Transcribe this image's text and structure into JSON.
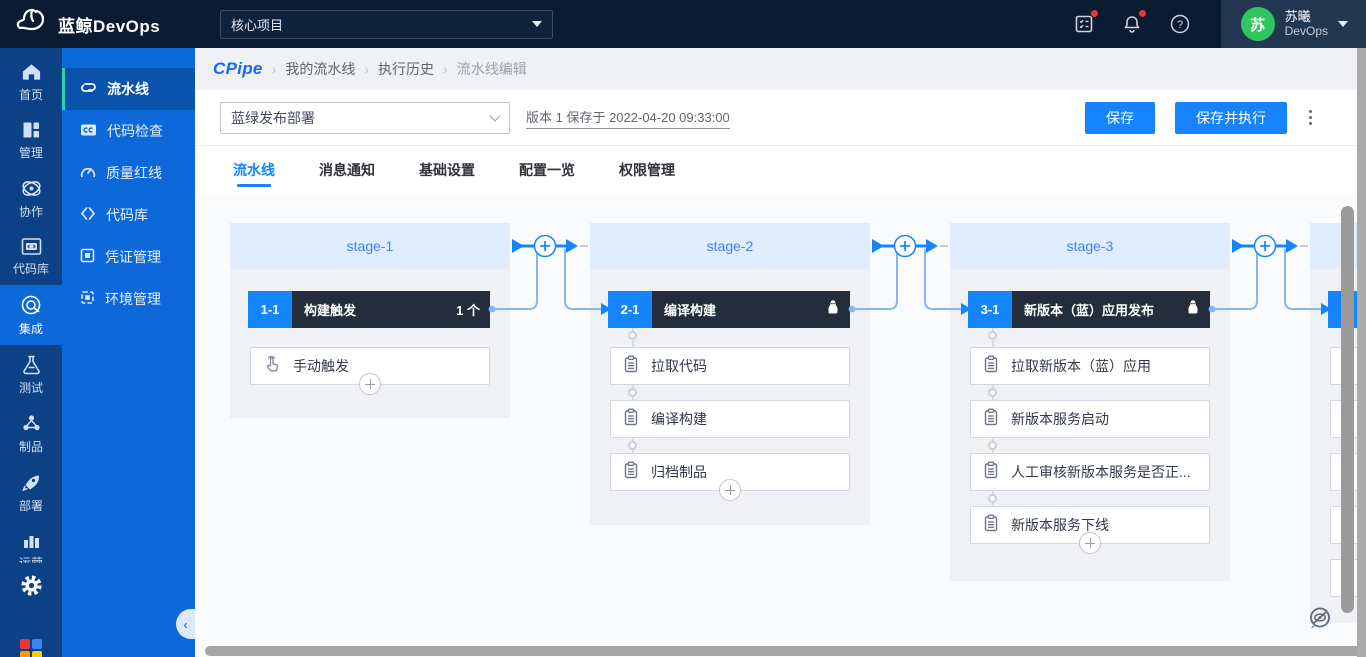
{
  "colors": {
    "accent_blue": "#1584fd",
    "link_blue": "#3a84ff",
    "topbar_bg": "#0b1b32",
    "topbar_user_bg": "#233750",
    "primary_sidebar_bg": "#0c4186",
    "secondary_sidebar_bg": "#0d68d9",
    "secondary_active_bg": "#0a53ad",
    "active_bar_teal": "#2dd1ac",
    "stage_header_bg": "#e0edff",
    "job_header_bg": "#242d3b",
    "avatar_green": "#2ec65e",
    "notification_red": "#ea3636",
    "connector_light_blue": "#85b8f2"
  },
  "topbar": {
    "logo_text": "蓝鲸DevOps",
    "project_select_value": "核心项目",
    "user": {
      "avatar_text": "苏",
      "name": "苏曦",
      "org": "DevOps"
    }
  },
  "primary_sidebar": {
    "items": [
      {
        "label": "首页",
        "icon": "home-icon"
      },
      {
        "label": "管理",
        "icon": "grid-icon"
      },
      {
        "label": "协作",
        "icon": "collab-icon"
      },
      {
        "label": "代码库",
        "icon": "code-window-icon"
      },
      {
        "label": "集成",
        "icon": "integrate-icon",
        "active": true
      },
      {
        "label": "测试",
        "icon": "flask-icon"
      },
      {
        "label": "制品",
        "icon": "artifact-icon"
      },
      {
        "label": "部署",
        "icon": "rocket-icon"
      },
      {
        "label": "运营",
        "icon": "bar-chart-icon"
      }
    ]
  },
  "secondary_sidebar": {
    "items": [
      {
        "label": "流水线",
        "icon": "pipeline-icon",
        "active": true
      },
      {
        "label": "代码检查",
        "icon": "code-check-icon"
      },
      {
        "label": "质量红线",
        "icon": "quality-gate-icon"
      },
      {
        "label": "代码库",
        "icon": "repo-icon"
      },
      {
        "label": "凭证管理",
        "icon": "credential-icon"
      },
      {
        "label": "环境管理",
        "icon": "environment-icon"
      }
    ]
  },
  "breadcrumb": {
    "logo": "CPipe",
    "separator": "›",
    "items": [
      "我的流水线",
      "执行历史",
      "流水线编辑"
    ]
  },
  "pipeline_header": {
    "name_select_value": "蓝绿发布部署",
    "version_text": "版本 1 保存于 2022-04-20 09:33:00",
    "save_label": "保存",
    "save_run_label": "保存并执行"
  },
  "tabs": [
    {
      "label": "流水线",
      "active": true
    },
    {
      "label": "消息通知"
    },
    {
      "label": "基础设置"
    },
    {
      "label": "配置一览"
    },
    {
      "label": "权限管理"
    }
  ],
  "pipeline": {
    "stages": [
      {
        "name": "stage-1",
        "job": {
          "badge": "1-1",
          "title": "构建触发",
          "meta": "1 个"
        },
        "tasks": [
          {
            "label": "手动触发",
            "icon": "hand-click-icon"
          }
        ]
      },
      {
        "name": "stage-2",
        "job": {
          "badge": "2-1",
          "title": "编译构建",
          "os_icon": "linux-icon"
        },
        "tasks": [
          {
            "label": "拉取代码",
            "icon": "clipboard-icon"
          },
          {
            "label": "编译构建",
            "icon": "clipboard-icon"
          },
          {
            "label": "归档制品",
            "icon": "clipboard-icon"
          }
        ]
      },
      {
        "name": "stage-3",
        "job": {
          "badge": "3-1",
          "title": "新版本（蓝）应用发布",
          "os_icon": "linux-icon"
        },
        "tasks": [
          {
            "label": "拉取新版本（蓝）应用",
            "icon": "clipboard-icon"
          },
          {
            "label": "新版本服务启动",
            "icon": "clipboard-icon"
          },
          {
            "label": "人工审核新版本服务是否正...",
            "icon": "clipboard-icon"
          },
          {
            "label": "新版本服务下线",
            "icon": "clipboard-icon"
          }
        ]
      },
      {
        "name": "",
        "partial": true,
        "visible_task_stubs": 5
      }
    ]
  }
}
